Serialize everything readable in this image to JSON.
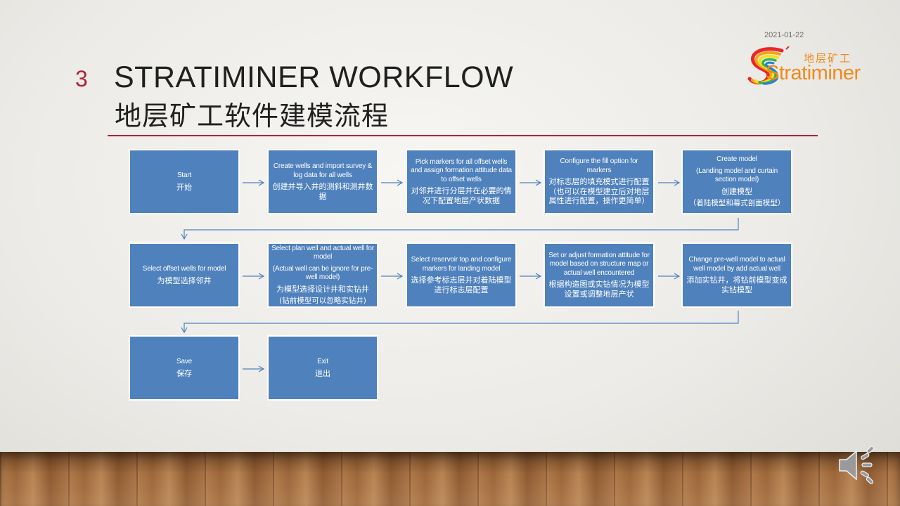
{
  "header": {
    "slide_number": "3",
    "title_en": "STRATIMINER WORKFLOW",
    "title_cn": "地层矿工软件建模流程",
    "date": "2021-01-22"
  },
  "logo": {
    "cn": "地层矿工",
    "word": "Stratiminer"
  },
  "steps": [
    {
      "en": "Start",
      "cn": "开始"
    },
    {
      "en": "Create wells and import survey & log data for all wells",
      "cn": "创建并导入井的测斜和测井数据"
    },
    {
      "en": "Pick markers for all offset wells and assign formation attitude data to offset wells",
      "cn": "对邻井进行分层并在必要的情况下配置地层产状数据"
    },
    {
      "en": "Configure the fill option for markers",
      "cn": "对标志层的填充模式进行配置（也可以在模型建立后对地层属性进行配置，操作更简单）"
    },
    {
      "en": "Create model",
      "en2": "(Landing model and curtain section model)",
      "cn": "创建模型",
      "cn2": "（着陆模型和幕式剖面模型）"
    },
    {
      "en": "Select offset wells for model",
      "cn": "为模型选择邻井"
    },
    {
      "en": "Select plan well and actual well for model",
      "en2": "(Actual well can be ignore for pre-well model)",
      "cn": "为模型选择设计井和实钻井",
      "cn2": "(钻前模型可以忽略实钻井)"
    },
    {
      "en": "Select reservoir top and configure markers for landing model",
      "cn": "选择参考标志层并对着陆模型进行标志层配置"
    },
    {
      "en": "Set or adjust formation attitude for model based on structure map or actual well encountered",
      "cn": "根据构造图或实钻情况为模型设置或调整地层产状"
    },
    {
      "en": "Change pre-well model to actual well model by add actual well",
      "cn": "添加实钻井，将钻前模型变成实钻模型"
    },
    {
      "en": "Save",
      "cn": "保存"
    },
    {
      "en": "Exit",
      "cn": "退出"
    }
  ],
  "colors": {
    "box_fill": "#4f81bd",
    "box_border": "#ffffff",
    "connector": "#4f81bd",
    "accent": "#b0223a",
    "logo_orange": "#f08a1c"
  }
}
